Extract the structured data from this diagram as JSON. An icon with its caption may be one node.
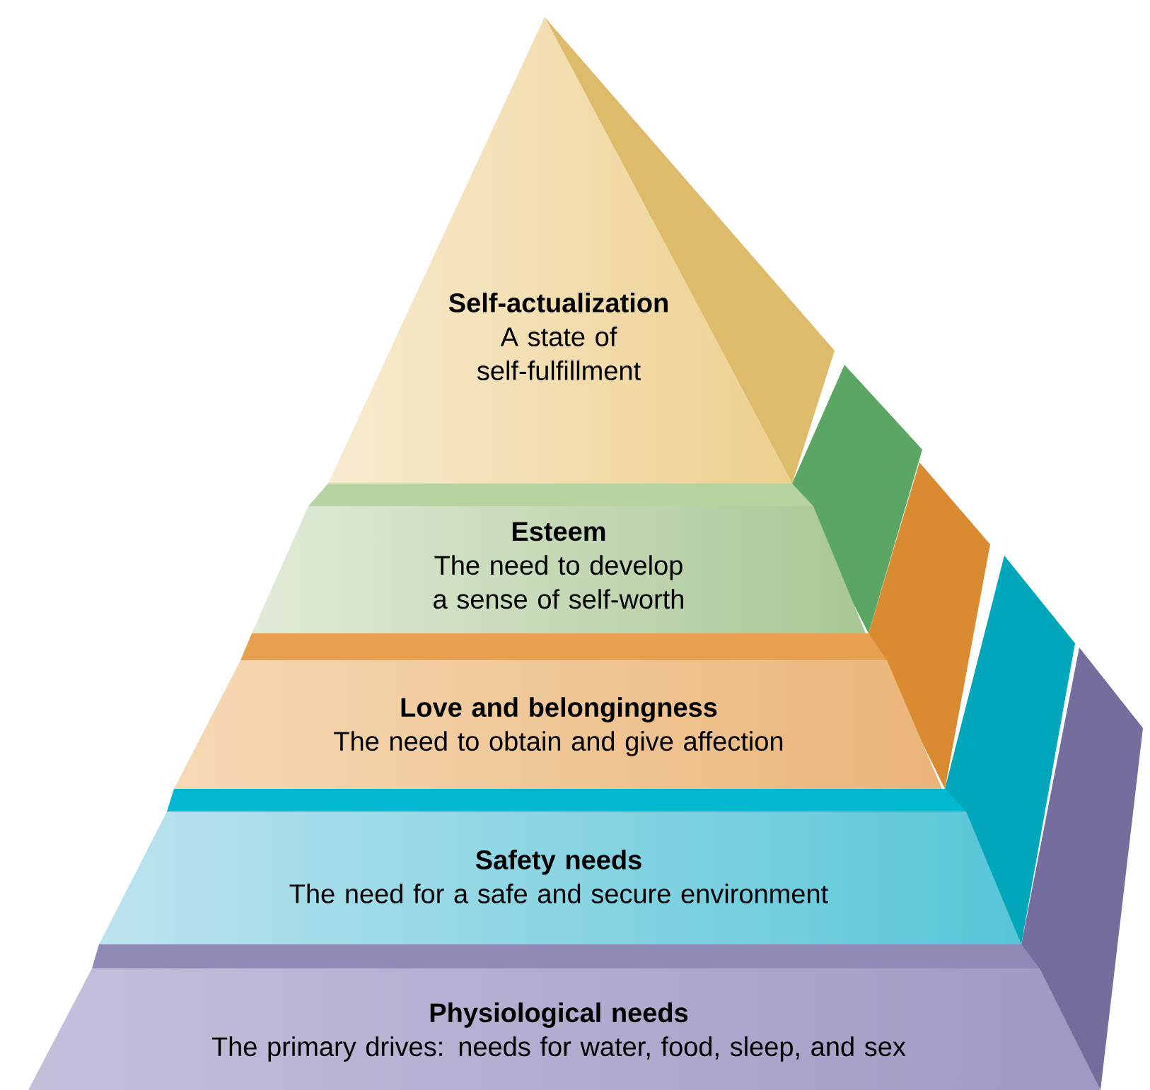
{
  "diagram": {
    "nodes": [
      {
        "text": [
          "Self-actualization",
          "A state of self-fulfillment"
        ]
      },
      {
        "text": [
          "Esteem",
          "The need to develop a sense of self-worth"
        ]
      },
      {
        "text": [
          "Love and belongingness",
          "The need to obtain and give affection"
        ]
      },
      {
        "text": [
          "Safety needs",
          "The need for a safe and secure environment"
        ]
      },
      {
        "text": [
          "Physiological needs",
          "The primary drives: needs for water, food, sleep, and sex"
        ]
      }
    ]
  }
}
